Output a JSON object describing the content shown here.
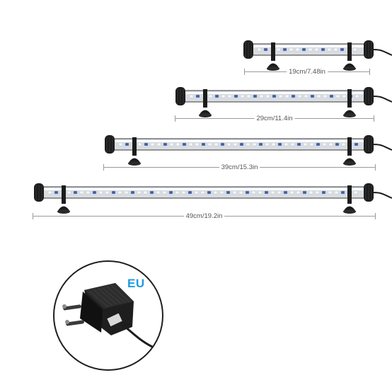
{
  "colors": {
    "cap": "#1c1c1c",
    "tube": "#d9dde2",
    "led_white": "#f5f7f9",
    "led_blue": "#3b5ea8",
    "eu_text": "#1f9ae0",
    "dimension_line": "#9a9a9a"
  },
  "bars": [
    {
      "name": "light-bar-19cm",
      "dimension_label": "19cm/7.48in"
    },
    {
      "name": "light-bar-29cm",
      "dimension_label": "29cm/11.4in"
    },
    {
      "name": "light-bar-39cm",
      "dimension_label": "39cm/15.3in"
    },
    {
      "name": "light-bar-49cm",
      "dimension_label": "49cm/19.2in"
    }
  ],
  "adapter": {
    "plug_type_label": "EU",
    "icon": "eu-power-adapter-icon"
  }
}
